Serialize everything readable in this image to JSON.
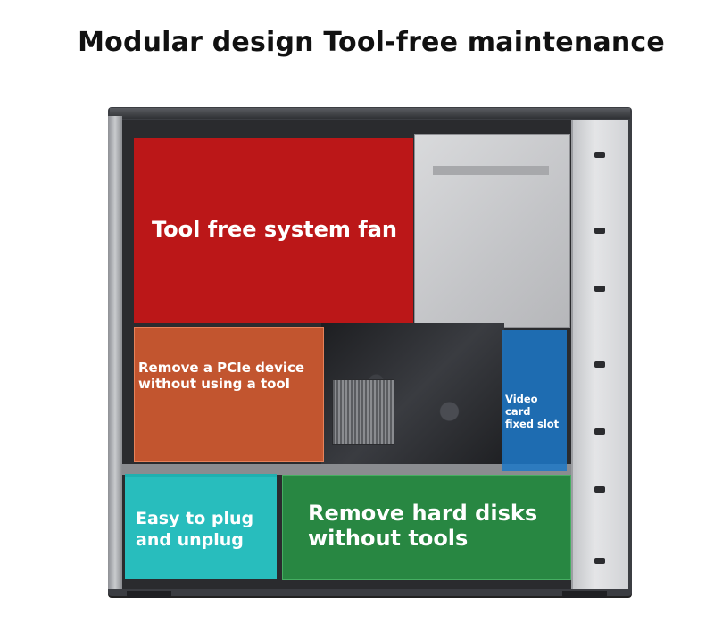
{
  "title": "Modular design Tool-free maintenance",
  "labels": {
    "fan": "Tool free system fan",
    "pcie": "Remove a PCIe device\nwithout using a tool",
    "video": "Video card\nfixed slot",
    "plug": "Easy to plug\nand unplug",
    "disk": "Remove hard disks\nwithout tools"
  },
  "colors": {
    "fan_zone": "#dc1414",
    "pcie_zone": "#e86030",
    "video_zone": "#1c78c8",
    "plug_zone": "#28d2d2",
    "disk_zone": "#289646"
  }
}
